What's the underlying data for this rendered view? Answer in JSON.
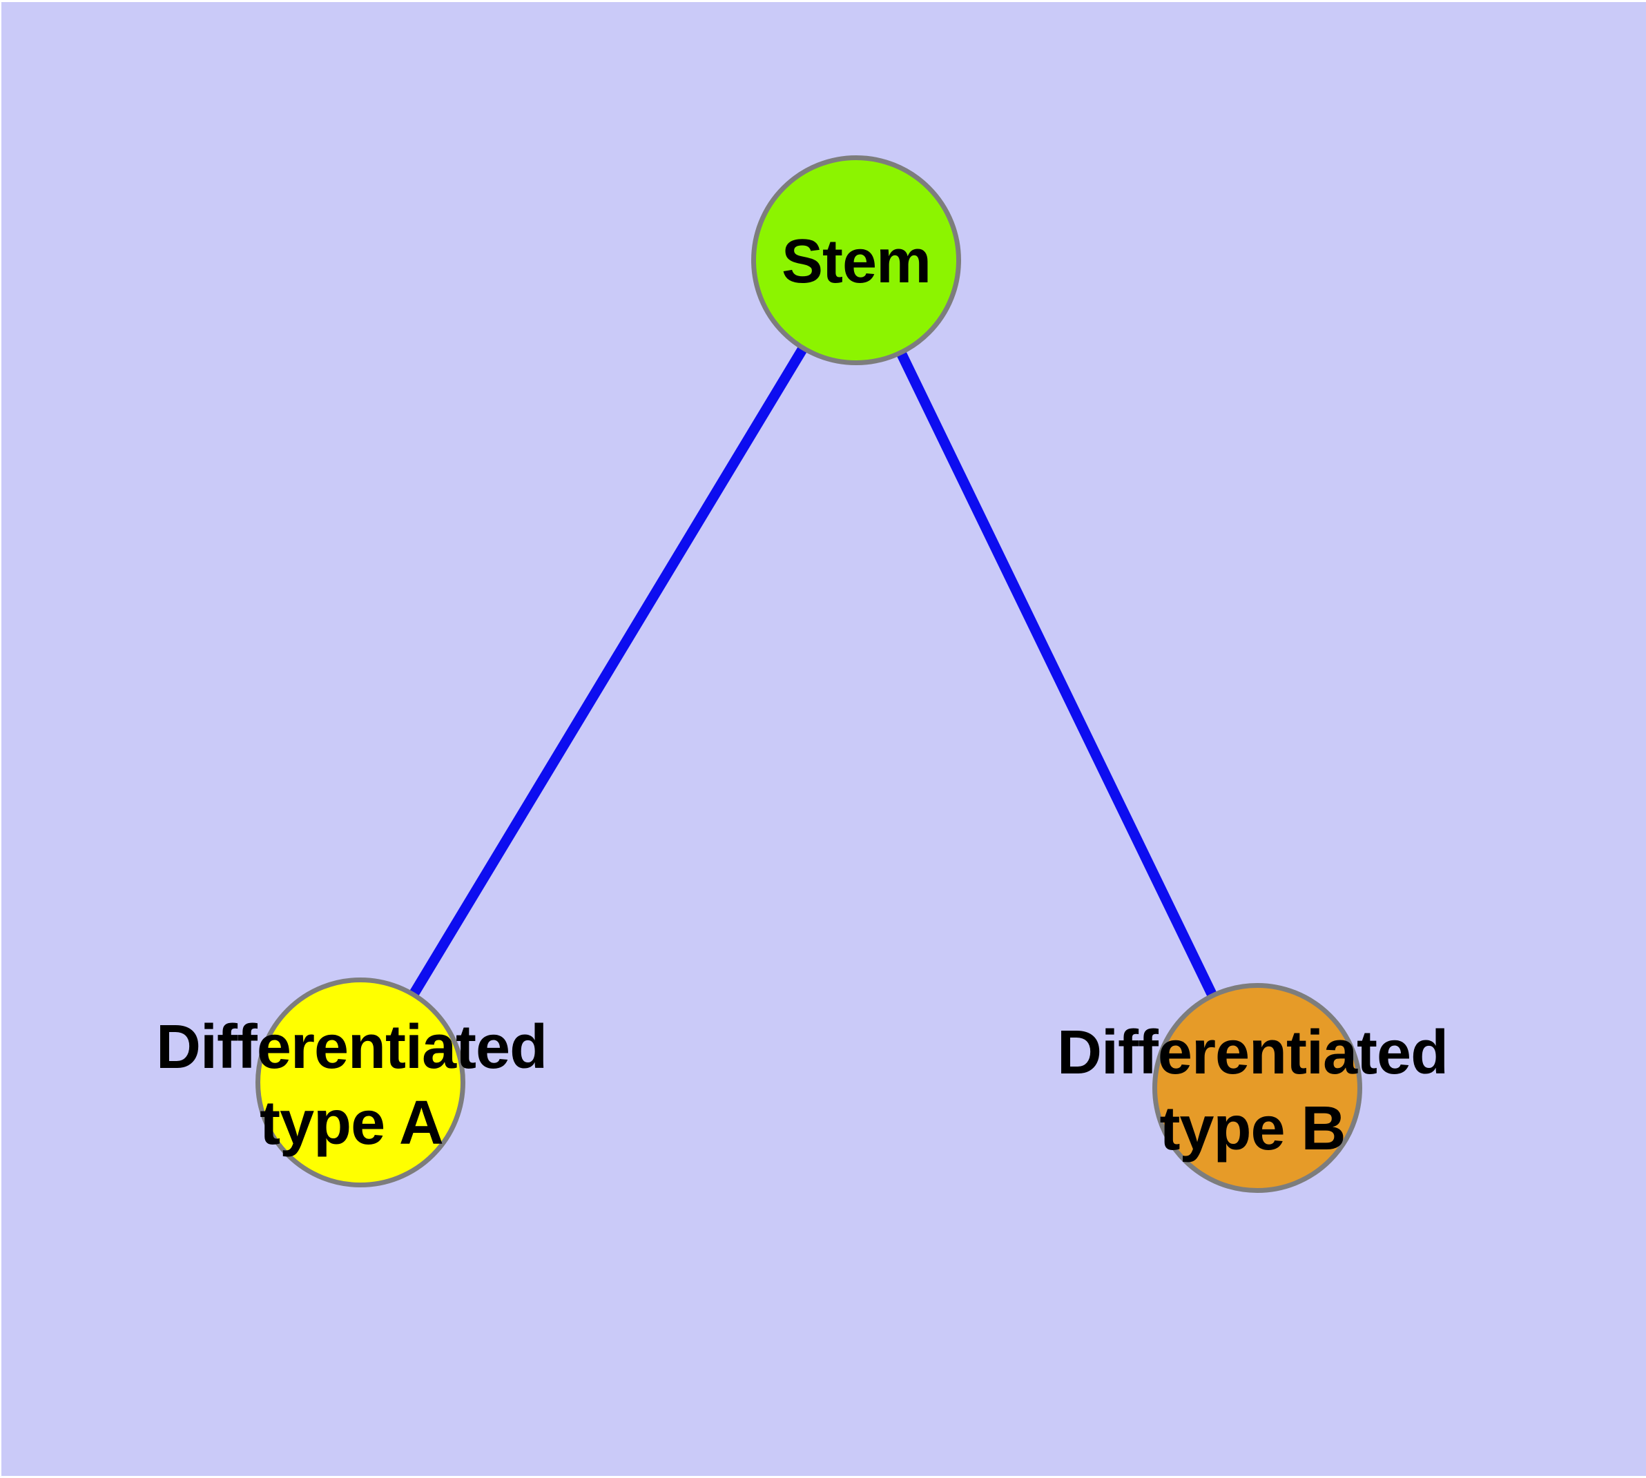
{
  "diagram": {
    "background_color": "#cacaf8",
    "edge_color": "#0d0df0",
    "node_border_color": "#7d7d7d",
    "label_color": "#000000",
    "nodes": [
      {
        "id": "stem",
        "label_lines": [
          "Stem"
        ],
        "fill": "#8cf400"
      },
      {
        "id": "differentiated-type-a",
        "label_lines": [
          "Differentiated",
          "type A"
        ],
        "fill": "#ffff00"
      },
      {
        "id": "differentiated-type-b",
        "label_lines": [
          "Differentiated",
          "type B"
        ],
        "fill": "#e69b28"
      }
    ],
    "edges": [
      {
        "from": "stem",
        "to": "differentiated-type-a"
      },
      {
        "from": "stem",
        "to": "differentiated-type-b"
      }
    ]
  }
}
